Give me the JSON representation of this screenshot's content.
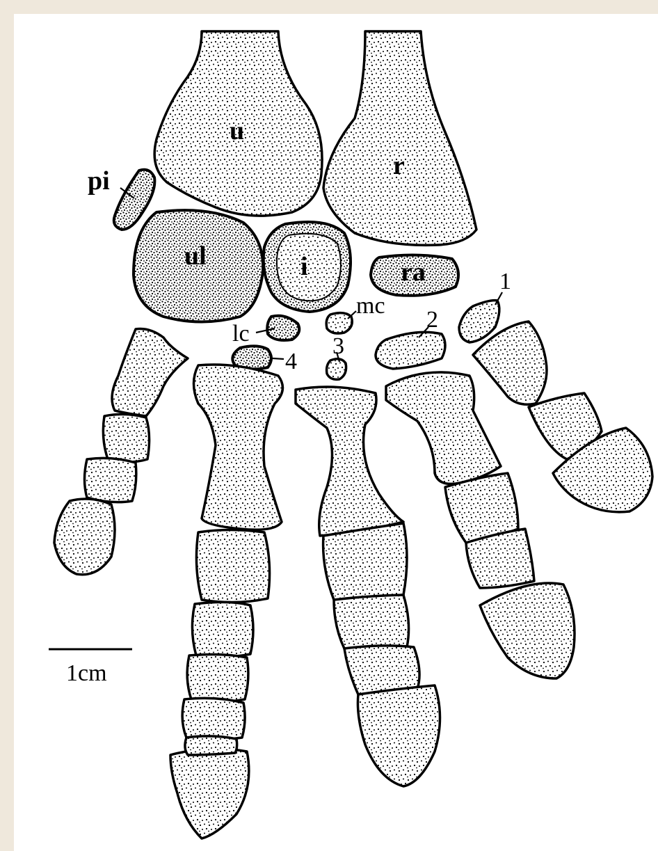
{
  "labels": {
    "u": "u",
    "r": "r",
    "pi": "pi",
    "ul": "ul",
    "i": "i",
    "ra": "ra",
    "mc": "mc",
    "lc": "lc",
    "n1": "1",
    "n2": "2",
    "n3": "3",
    "n4": "4"
  },
  "scale_bar": {
    "label": "1cm"
  },
  "colors": {
    "background": "#efe8dc",
    "panel": "#ffffff",
    "ink": "#000000"
  }
}
